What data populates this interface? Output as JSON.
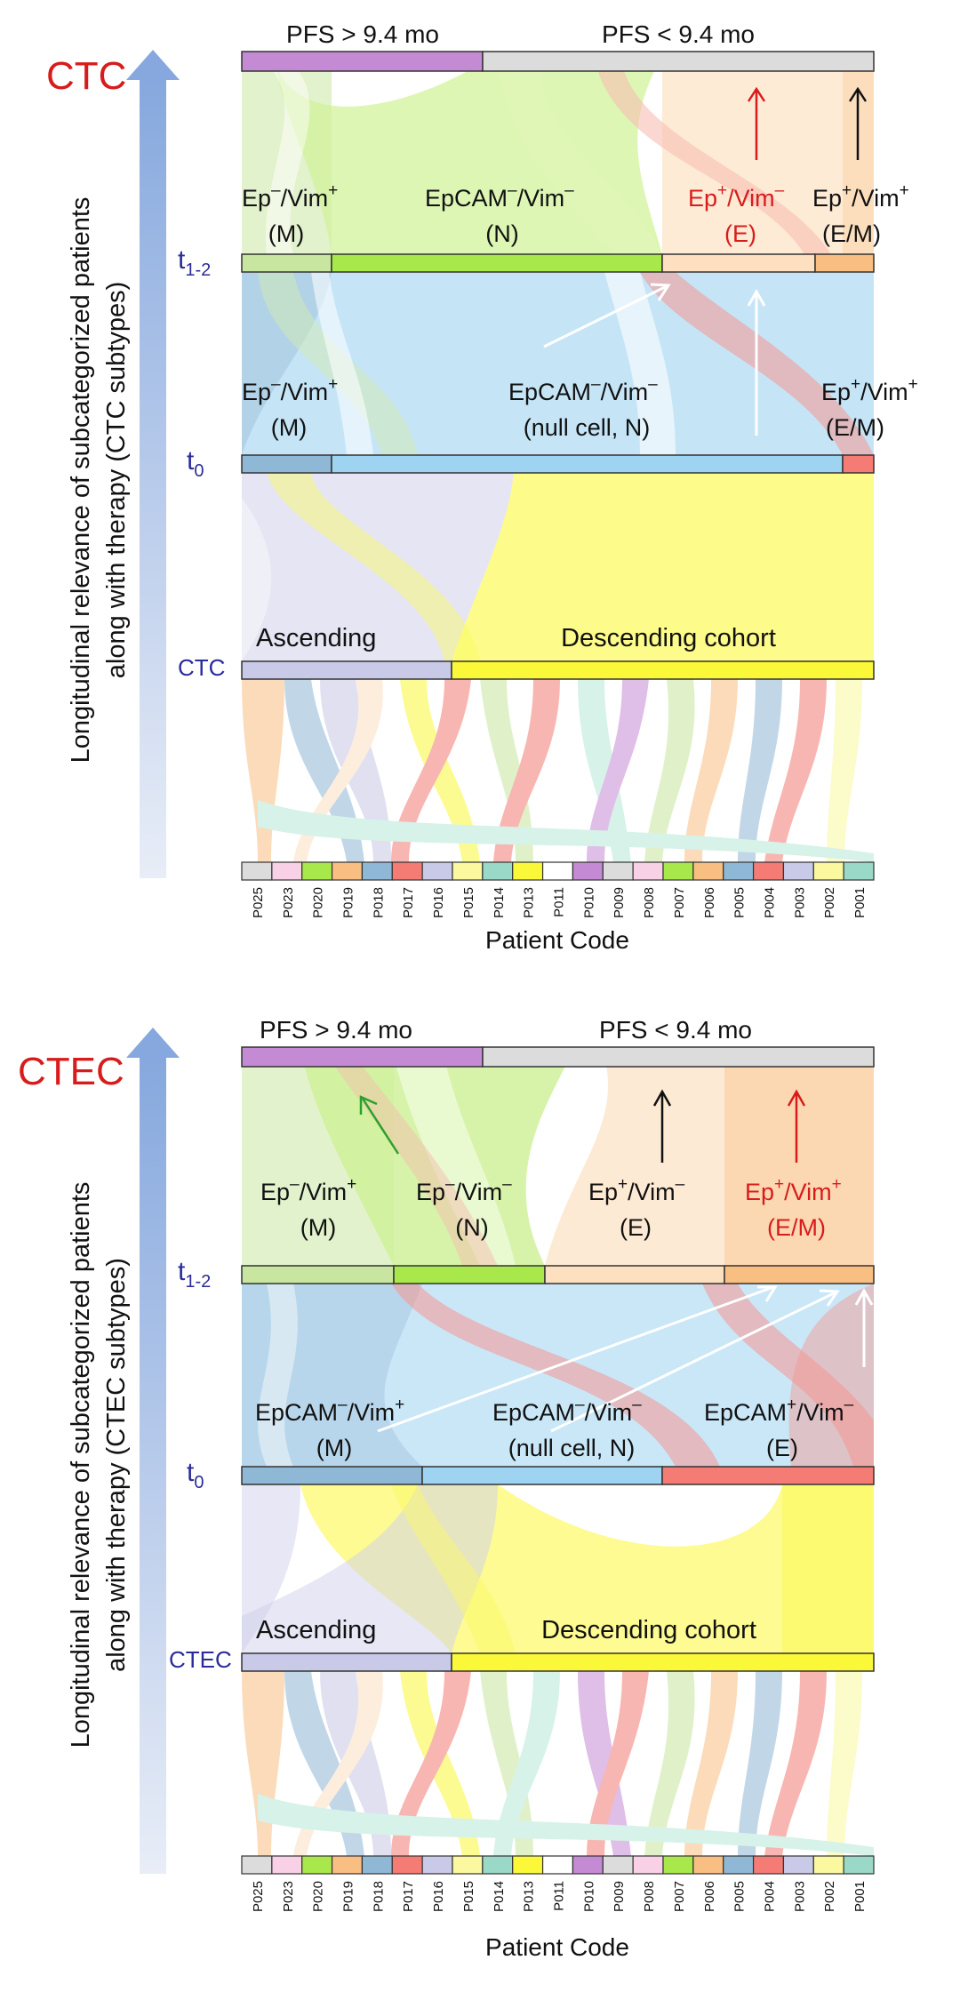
{
  "colors": {
    "m_green": "#c8e6a0",
    "n_green": "#a8e84a",
    "e_peach": "#fde0c0",
    "em_orange": "#f9bf82",
    "t0_m": "#8fb8d6",
    "t0_n": "#9fd3f2",
    "t0_red": "#f47c74",
    "asc_lavender": "#c9c9e8",
    "desc_yellow": "#fbf83a",
    "pfs_purple": "#c58ad4",
    "pfs_gray": "#dcdcdc",
    "axis_red": "#d81c1c",
    "axis_blue": "#2b2b9b"
  },
  "panels": [
    {
      "big_label": "CTC",
      "y_axis_line1": "Longitudinal relevance of subcategorized patients",
      "y_axis_line2": "along with therapy (CTC subtypes)",
      "pfs_high": "PFS > 9.4 mo",
      "pfs_low": "PFS < 9.4 mo",
      "row_labels": {
        "t12": "t",
        "t12_sub": "1-2",
        "t0": "t",
        "t0_sub": "0",
        "bottom": "CTC"
      },
      "t12_groups": [
        {
          "base": "Ep",
          "sup1": "–",
          "mid": "/Vim",
          "sup2": "+",
          "sub": "(M)",
          "red": false
        },
        {
          "base": "EpCAM",
          "sup1": "–",
          "mid": "/Vim",
          "sup2": "–",
          "sub": "(N)",
          "red": false
        },
        {
          "base": "Ep",
          "sup1": "+",
          "mid": "/Vim",
          "sup2": "–",
          "sub": "(E)",
          "red": true
        },
        {
          "base": "Ep",
          "sup1": "+",
          "mid": "/Vim",
          "sup2": "+",
          "sub": "(E/M)",
          "red": false
        }
      ],
      "t0_groups": [
        {
          "base": "Ep",
          "sup1": "–",
          "mid": "/Vim",
          "sup2": "+",
          "sub": "(M)"
        },
        {
          "base": "EpCAM",
          "sup1": "–",
          "mid": "/Vim",
          "sup2": "–",
          "sub": "(null cell, N)"
        },
        {
          "base": "Ep",
          "sup1": "+",
          "mid": "/Vim",
          "sup2": "+",
          "sub": "(E/M)"
        }
      ],
      "ascending": "Ascending",
      "descending": "Descending cohort",
      "patients": [
        "P025",
        "P023",
        "P020",
        "P019",
        "P018",
        "P017",
        "P016",
        "P015",
        "P014",
        "P013",
        "P011",
        "P010",
        "P009",
        "P008",
        "P007",
        "P006",
        "P005",
        "P004",
        "P003",
        "P002",
        "P001"
      ],
      "x_title": "Patient Code"
    },
    {
      "big_label": "CTEC",
      "y_axis_line1": "Longitudinal relevance of subcategorized patients",
      "y_axis_line2": "along with therapy (CTEC subtypes)",
      "pfs_high": "PFS > 9.4 mo",
      "pfs_low": "PFS < 9.4 mo",
      "row_labels": {
        "t12": "t",
        "t12_sub": "1-2",
        "t0": "t",
        "t0_sub": "0",
        "bottom": "CTEC"
      },
      "t12_groups": [
        {
          "base": "Ep",
          "sup1": "–",
          "mid": "/Vim",
          "sup2": "+",
          "sub": "(M)",
          "red": false
        },
        {
          "base": "Ep",
          "sup1": "–",
          "mid": "/Vim",
          "sup2": "–",
          "sub": "(N)",
          "red": false
        },
        {
          "base": "Ep",
          "sup1": "+",
          "mid": "/Vim",
          "sup2": "–",
          "sub": "(E)",
          "red": false
        },
        {
          "base": "Ep",
          "sup1": "+",
          "mid": "/Vim",
          "sup2": "+",
          "sub": "(E/M)",
          "red": true
        }
      ],
      "t0_groups": [
        {
          "base": "EpCAM",
          "sup1": "–",
          "mid": "/Vim",
          "sup2": "+",
          "sub": "(M)"
        },
        {
          "base": "EpCAM",
          "sup1": "–",
          "mid": "/Vim",
          "sup2": "–",
          "sub": "(null cell, N)"
        },
        {
          "base": "EpCAM",
          "sup1": "+",
          "mid": "/Vim",
          "sup2": "–",
          "sub": "(E)"
        }
      ],
      "ascending": "Ascending",
      "descending": "Descending cohort",
      "patients": [
        "P025",
        "P023",
        "P020",
        "P019",
        "P018",
        "P017",
        "P016",
        "P015",
        "P014",
        "P013",
        "P011",
        "P010",
        "P009",
        "P008",
        "P007",
        "P006",
        "P005",
        "P004",
        "P003",
        "P002",
        "P001"
      ],
      "x_title": "Patient Code"
    }
  ]
}
